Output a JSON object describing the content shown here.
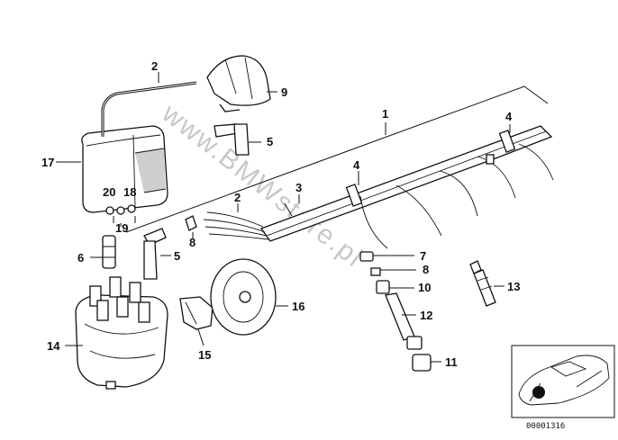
{
  "watermark": "www.BMWstore.pl",
  "reference_id": "00001316",
  "callouts": [
    "1",
    "2",
    "2",
    "3",
    "4",
    "4",
    "5",
    "5",
    "6",
    "7",
    "8",
    "8",
    "9",
    "10",
    "11",
    "12",
    "13",
    "14",
    "15",
    "16",
    "17",
    "18",
    "19",
    "20"
  ]
}
